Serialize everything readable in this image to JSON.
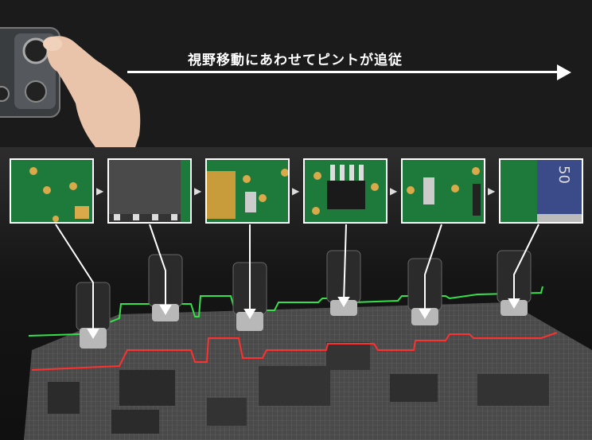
{
  "caption": "視野移動にあわせてピントが追従",
  "thumbnails": [
    {
      "name": "pcb-pads-view"
    },
    {
      "name": "ic-chip-view"
    },
    {
      "name": "capacitor-view"
    },
    {
      "name": "soic-chip-view"
    },
    {
      "name": "smd-components-view"
    },
    {
      "name": "resistor-50-view",
      "label": "50"
    }
  ],
  "colors": {
    "focus_line": "#35e04a",
    "height_line": "#ff3030",
    "pcb": "#1e7a3a"
  }
}
